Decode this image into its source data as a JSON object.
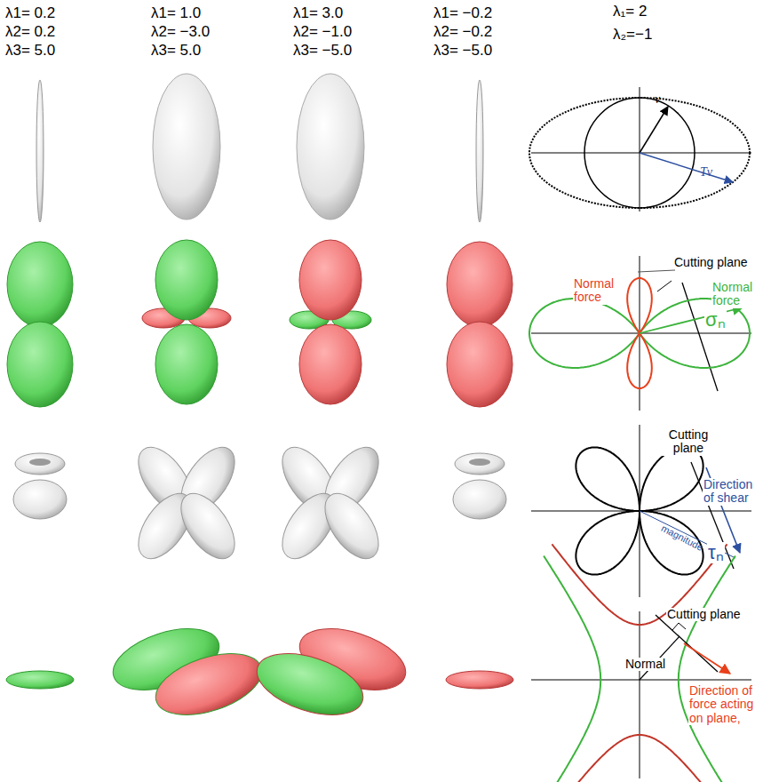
{
  "diagram": {
    "labels": [
      "λ1= 0.2",
      "λ2= 0.2",
      "λ3= 5.0",
      "λ1= 1.0",
      "λ2= −3.0",
      "λ3= 5.0",
      "λ1= 3.0",
      "λ2= −1.0",
      "λ3= −5.0",
      "λ1= −0.2",
      "λ2= −0.2",
      "λ3= −5.0",
      "λ₁= 2",
      "λ₂=−1",
      "v",
      "Tv",
      "Cutting plane",
      "Normal force",
      "Normal force",
      "σₙ",
      "Cutting plane",
      "Direction of shear",
      "magnitude",
      "τₙ",
      "Cutting plane",
      "Normal",
      "Direction of force acting on plane,"
    ]
  }
}
